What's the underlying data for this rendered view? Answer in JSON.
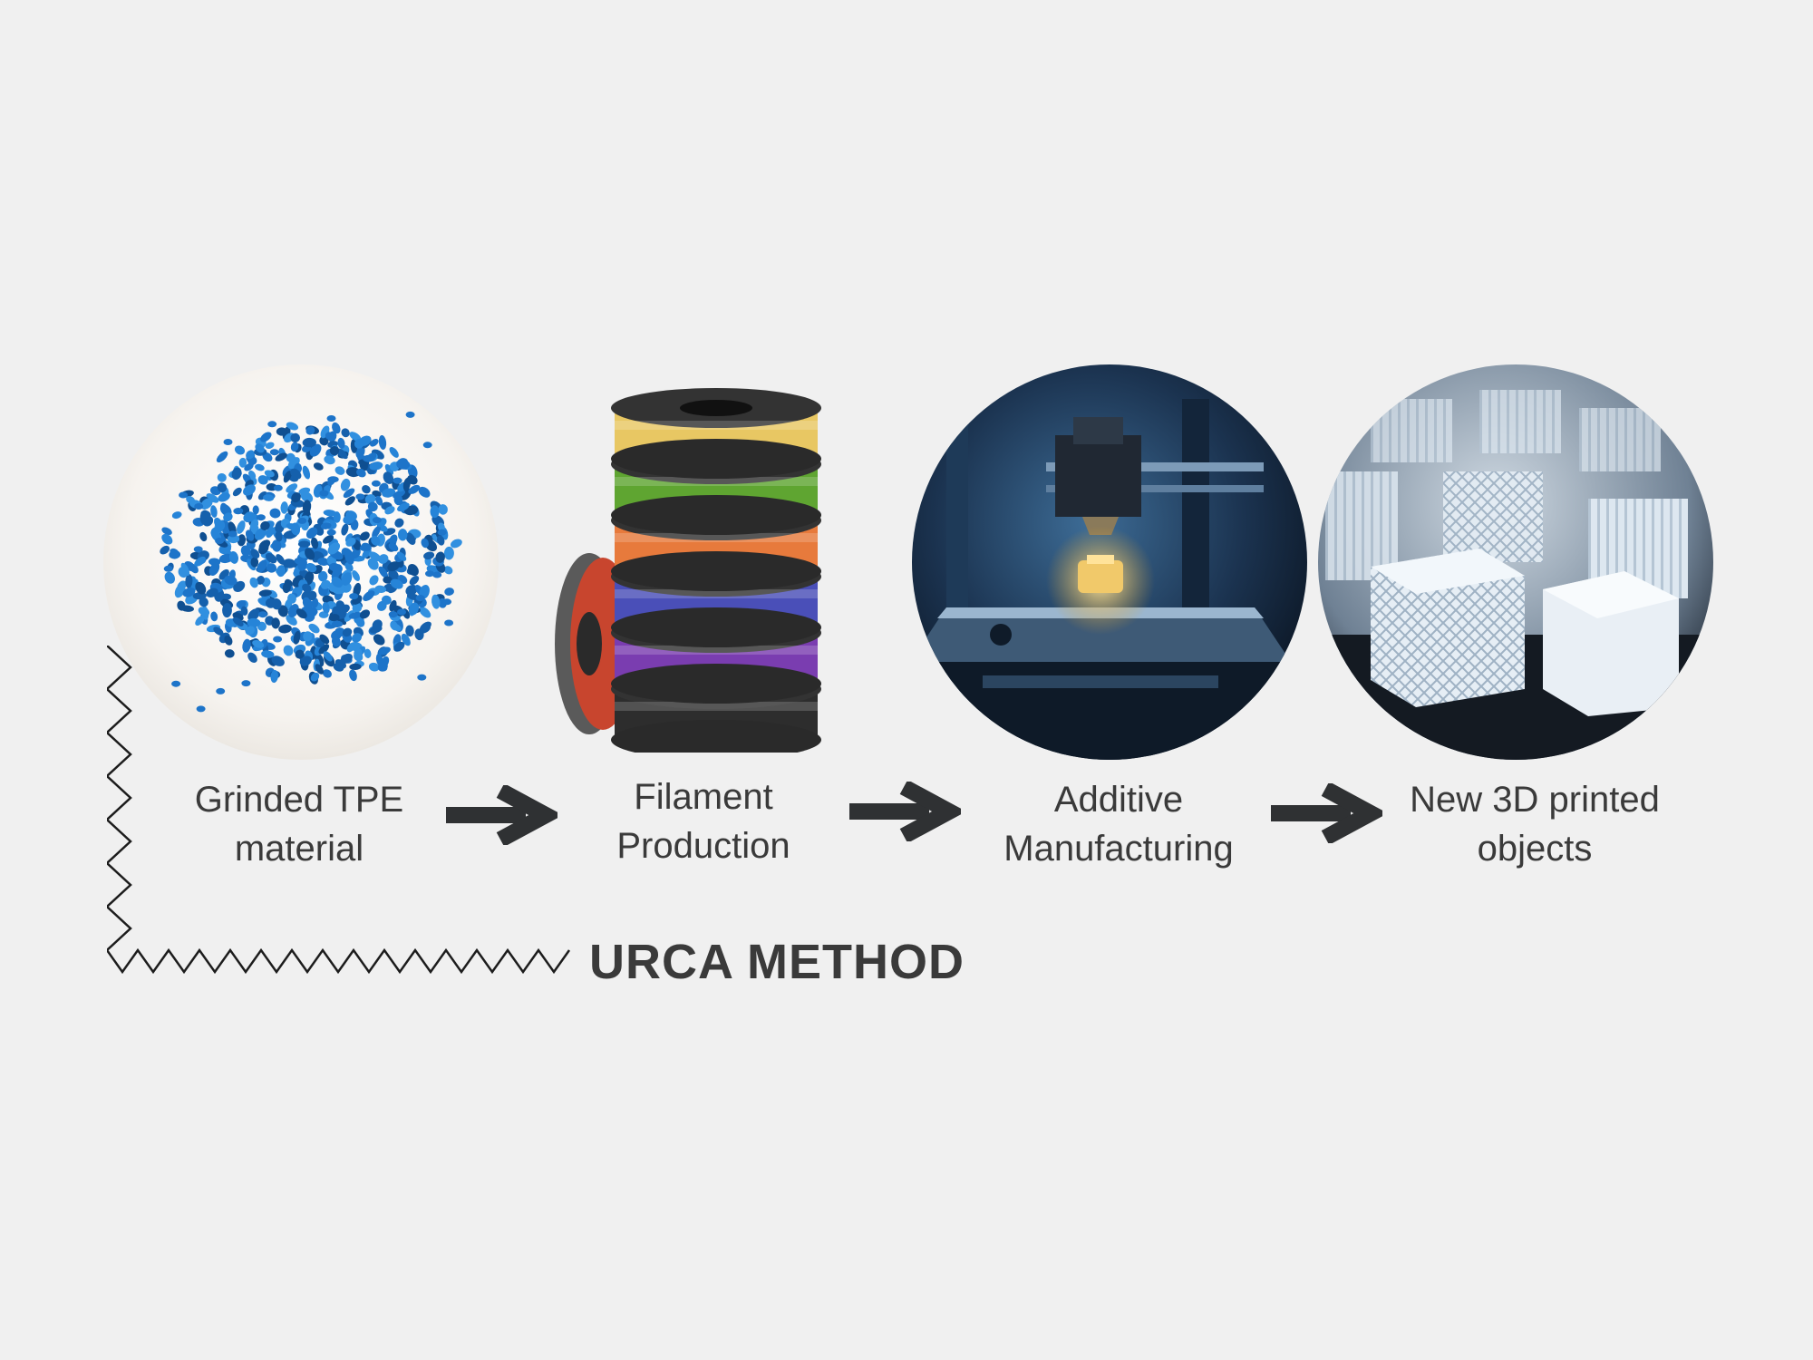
{
  "stages": [
    {
      "id": "grinded",
      "label": "Grinded TPE\nmaterial",
      "icon": "blue-pellets-image"
    },
    {
      "id": "filament",
      "label": "Filament\nProduction",
      "icon": "filament-spools-image"
    },
    {
      "id": "additive",
      "label": "Additive\nManufacturing",
      "icon": "3d-printer-image"
    },
    {
      "id": "objects",
      "label": "New 3D printed\nobjects",
      "icon": "printed-lattice-cubes-image"
    }
  ],
  "method": {
    "title": "URCA METHOD"
  },
  "colors": {
    "background": "#f0f0f0",
    "text": "#3a3a3a",
    "arrow": "#2f3133",
    "pellet": "#1d74c9"
  }
}
